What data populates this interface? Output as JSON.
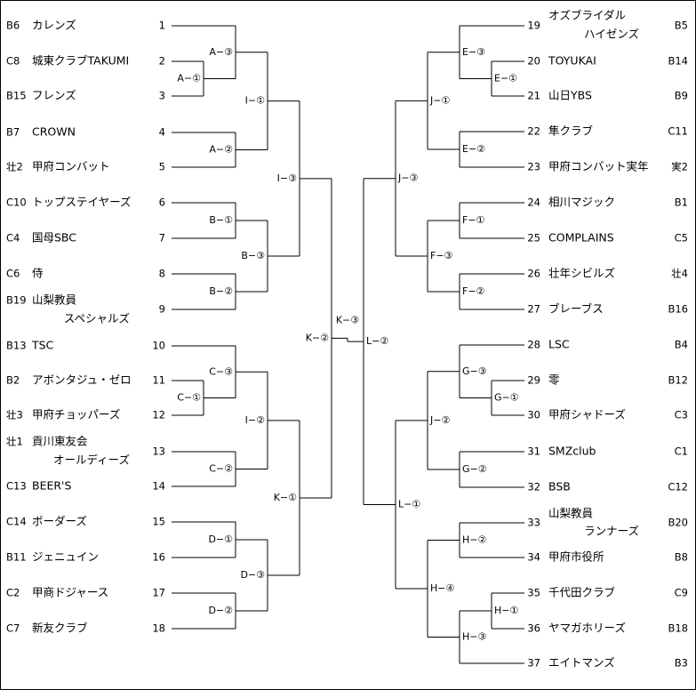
{
  "left_teams": [
    {
      "no": "1",
      "seed": "B6",
      "name": [
        "カレンズ"
      ]
    },
    {
      "no": "2",
      "seed": "C8",
      "name": [
        "城東クラブTAKUMI"
      ]
    },
    {
      "no": "3",
      "seed": "B15",
      "name": [
        "フレンズ"
      ]
    },
    {
      "no": "4",
      "seed": "B7",
      "name": [
        "CROWN"
      ]
    },
    {
      "no": "5",
      "seed": "壮2",
      "name": [
        "甲府コンバット"
      ]
    },
    {
      "no": "6",
      "seed": "C10",
      "name": [
        "トップステイヤーズ"
      ]
    },
    {
      "no": "7",
      "seed": "C4",
      "name": [
        "国母SBC"
      ]
    },
    {
      "no": "8",
      "seed": "C6",
      "name": [
        "侍"
      ]
    },
    {
      "no": "9",
      "seed": "B19",
      "name": [
        "山梨教員",
        "スペシャルズ"
      ]
    },
    {
      "no": "10",
      "seed": "B13",
      "name": [
        "TSC"
      ]
    },
    {
      "no": "11",
      "seed": "B2",
      "name": [
        "アボンタジュ・ゼロ"
      ]
    },
    {
      "no": "12",
      "seed": "壮3",
      "name": [
        "甲府チョッパーズ"
      ]
    },
    {
      "no": "13",
      "seed": "壮1",
      "name": [
        "貢川東友会",
        "オールディーズ"
      ]
    },
    {
      "no": "14",
      "seed": "C13",
      "name": [
        "BEER'S"
      ]
    },
    {
      "no": "15",
      "seed": "C14",
      "name": [
        "ボーダーズ"
      ]
    },
    {
      "no": "16",
      "seed": "B11",
      "name": [
        "ジェニュイン"
      ]
    },
    {
      "no": "17",
      "seed": "C2",
      "name": [
        "甲商ドジャース"
      ]
    },
    {
      "no": "18",
      "seed": "C7",
      "name": [
        "新友クラブ"
      ]
    }
  ],
  "right_teams": [
    {
      "no": "19",
      "seed": "B5",
      "name": [
        "オズブライダル",
        "ハイゼンズ"
      ]
    },
    {
      "no": "20",
      "seed": "B14",
      "name": [
        "TOYUKAI"
      ]
    },
    {
      "no": "21",
      "seed": "B9",
      "name": [
        "山日YBS"
      ]
    },
    {
      "no": "22",
      "seed": "C11",
      "name": [
        "隼クラブ"
      ]
    },
    {
      "no": "23",
      "seed": "実2",
      "name": [
        "甲府コンバット実年"
      ]
    },
    {
      "no": "24",
      "seed": "B1",
      "name": [
        "相川マジック"
      ]
    },
    {
      "no": "25",
      "seed": "C5",
      "name": [
        "COMPLAINS"
      ]
    },
    {
      "no": "26",
      "seed": "壮4",
      "name": [
        "壮年シビルズ"
      ]
    },
    {
      "no": "27",
      "seed": "B16",
      "name": [
        "ブレーブス"
      ]
    },
    {
      "no": "28",
      "seed": "B4",
      "name": [
        "LSC"
      ]
    },
    {
      "no": "29",
      "seed": "B12",
      "name": [
        "零"
      ]
    },
    {
      "no": "30",
      "seed": "C3",
      "name": [
        "甲府シャドーズ"
      ]
    },
    {
      "no": "31",
      "seed": "C1",
      "name": [
        "SMZclub"
      ]
    },
    {
      "no": "32",
      "seed": "C12",
      "name": [
        "BSB"
      ]
    },
    {
      "no": "33",
      "seed": "B20",
      "name": [
        "山梨教員",
        "ランナーズ"
      ]
    },
    {
      "no": "34",
      "seed": "B8",
      "name": [
        "甲府市役所"
      ]
    },
    {
      "no": "35",
      "seed": "C9",
      "name": [
        "千代田クラブ"
      ]
    },
    {
      "no": "36",
      "seed": "B18",
      "name": [
        "ヤマガホリーズ"
      ]
    },
    {
      "no": "37",
      "seed": "B3",
      "name": [
        "エイトマンズ"
      ]
    }
  ],
  "matches": {
    "A1": "A−①",
    "A2": "A−②",
    "A3": "A−③",
    "B1": "B−①",
    "B2": "B−②",
    "B3": "B−③",
    "C1": "C−①",
    "C2": "C−②",
    "C3": "C−③",
    "D1": "D−①",
    "D2": "D−②",
    "D3": "D−③",
    "E1": "E−①",
    "E2": "E−②",
    "E3": "E−③",
    "F1": "F−①",
    "F2": "F−②",
    "F3": "F−③",
    "G1": "G−①",
    "G2": "G−②",
    "G3": "G−③",
    "H1": "H−①",
    "H2": "H−②",
    "H3": "H−③",
    "H4": "H−④",
    "I1": "I−①",
    "I2": "I−②",
    "I3": "I−③",
    "J1": "J−①",
    "J2": "J−②",
    "J3": "J−③",
    "K1": "K−①",
    "K2": "K−②",
    "K3": "K−③",
    "L1": "L−①",
    "L2": "L−②"
  }
}
